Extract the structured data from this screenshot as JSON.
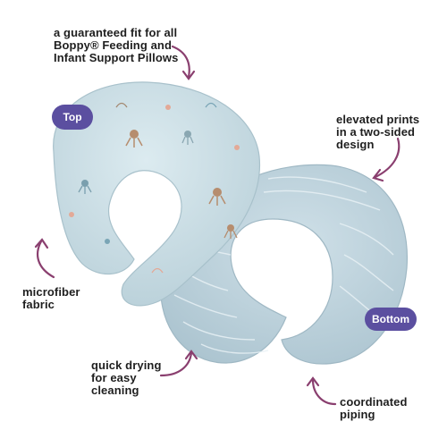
{
  "callouts": {
    "fit": "a guaranteed fit for all\nBoppy® Feeding and\nInfant Support Pillows",
    "prints": "elevated prints\nin a two-sided\ndesign",
    "fabric": "microfiber\nfabric",
    "drying": "quick drying\nfor easy\ncleaning",
    "piping": "coordinated\npiping"
  },
  "badges": {
    "top": "Top",
    "bottom": "Bottom"
  },
  "colors": {
    "badge": "#5b4fa0",
    "arrow": "#8a3f6f",
    "pillow_top": "#cfe0e6",
    "pillow_bottom": "#bcd3dd"
  }
}
